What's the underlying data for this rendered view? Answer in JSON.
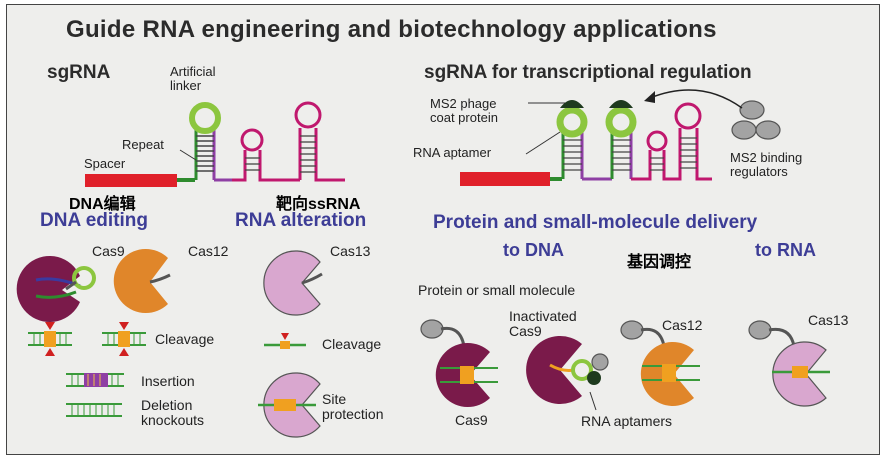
{
  "title": "Guide RNA engineering and biotechnology applications",
  "sgrna": {
    "heading": "sgRNA",
    "artificial_linker": "Artificial\nlinker",
    "repeat": "Repeat",
    "spacer": "Spacer"
  },
  "regulation": {
    "heading": "sgRNA for transcriptional regulation",
    "ms2_coat": "MS2 phage\ncoat protein",
    "rna_aptamer": "RNA aptamer",
    "ms2_binding": "MS2 binding\nregulators"
  },
  "overlays": {
    "dna_edit_cn": "DNA编辑",
    "target_ssrna_cn": "靶向ssRNA",
    "gene_regulation_cn": "基因调控"
  },
  "dna_editing": {
    "heading": "DNA editing",
    "cas9": "Cas9",
    "cas12": "Cas12",
    "cleavage": "Cleavage",
    "insertion": "Insertion",
    "deletion": "Deletion\nknockouts"
  },
  "rna_alteration": {
    "heading": "RNA alteration",
    "cas13": "Cas13",
    "cleavage": "Cleavage",
    "site_protection": "Site\nprotection"
  },
  "delivery": {
    "heading": "Protein and small-molecule delivery",
    "to_dna": "to DNA",
    "to_rna": "to RNA",
    "protein_or_small": "Protein or small molecule",
    "inactivated_cas9": "Inactivated\nCas9",
    "cas9": "Cas9",
    "cas12": "Cas12",
    "cas13": "Cas13",
    "rna_aptamers": "RNA aptamers"
  },
  "colors": {
    "spacer_red": "#e0202a",
    "repeat_green": "#2e8b2e",
    "linker_purple": "#8e3fa4",
    "loop_green": "#8cc63f",
    "hairpin_magenta": "#c0186e",
    "cas9_purple": "#7a1a4a",
    "cas12_orange": "#e0862a",
    "cas13_pink": "#d9a7cf",
    "dna_green": "#3a9a3a",
    "cut_orange": "#f0a020",
    "heading_blue": "#3d3d96"
  }
}
